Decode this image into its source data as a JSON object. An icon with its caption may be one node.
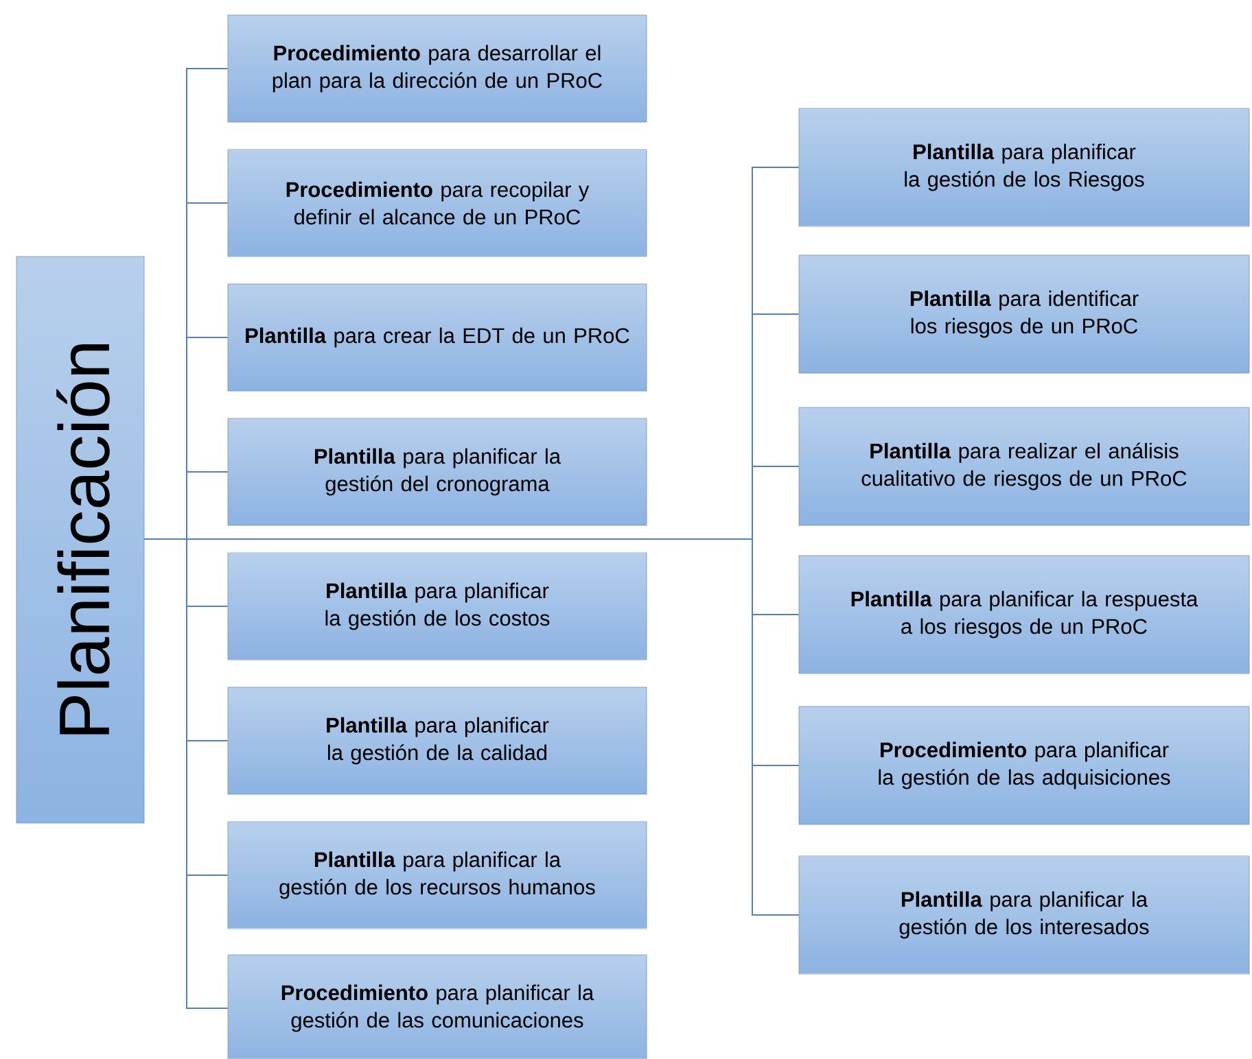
{
  "diagram": {
    "nodes": [
      {
        "text": [
          "Planificación"
        ]
      },
      {
        "text": [
          "**Procedimiento** para desarrollar el plan para la dirección de un PRoC"
        ]
      },
      {
        "text": [
          "**Procedimiento** para recopilar y definir el alcance de un PRoC"
        ]
      },
      {
        "text": [
          "**Plantilla** para crear la EDT de un PRoC"
        ]
      },
      {
        "text": [
          "**Plantilla** para planificar la gestión del cronograma"
        ]
      },
      {
        "text": [
          "**Plantilla** para planificar la gestión de los costos"
        ]
      },
      {
        "text": [
          "**Plantilla** para planificar la gestión de la calidad"
        ]
      },
      {
        "text": [
          "**Plantilla** para planificar la gestión de los recursos humanos"
        ]
      },
      {
        "text": [
          "**Procedimiento** para planificar la gestión de las comunicaciones"
        ]
      },
      {
        "text": [
          "**Plantilla** para planificar la gestión de los Riesgos"
        ]
      },
      {
        "text": [
          "**Plantilla** para identificar los riesgos de un PRoC"
        ]
      },
      {
        "text": [
          "**Plantilla** para realizar el análisis cualitativo de riesgos de un PRoC"
        ]
      },
      {
        "text": [
          "**Plantilla** para planificar la respuesta a los riesgos de un PRoC"
        ]
      },
      {
        "text": [
          "**Procedimiento** para planificar la gestión de las adquisiciones"
        ]
      },
      {
        "text": [
          "**Plantilla** para planificar la gestión de los interesados"
        ]
      }
    ],
    "edges": [
      {
        "from": 0,
        "to": 1,
        "arrow": "none"
      },
      {
        "from": 0,
        "to": 2,
        "arrow": "none"
      },
      {
        "from": 0,
        "to": 3,
        "arrow": "none"
      },
      {
        "from": 0,
        "to": 4,
        "arrow": "none"
      },
      {
        "from": 0,
        "to": 5,
        "arrow": "none"
      },
      {
        "from": 0,
        "to": 6,
        "arrow": "none"
      },
      {
        "from": 0,
        "to": 7,
        "arrow": "none"
      },
      {
        "from": 0,
        "to": 8,
        "arrow": "none"
      },
      {
        "from": 0,
        "to": 9,
        "arrow": "none"
      },
      {
        "from": 0,
        "to": 10,
        "arrow": "none"
      },
      {
        "from": 0,
        "to": 11,
        "arrow": "none"
      },
      {
        "from": 0,
        "to": 12,
        "arrow": "none"
      },
      {
        "from": 0,
        "to": 13,
        "arrow": "none"
      },
      {
        "from": 0,
        "to": 14,
        "arrow": "none"
      }
    ]
  }
}
